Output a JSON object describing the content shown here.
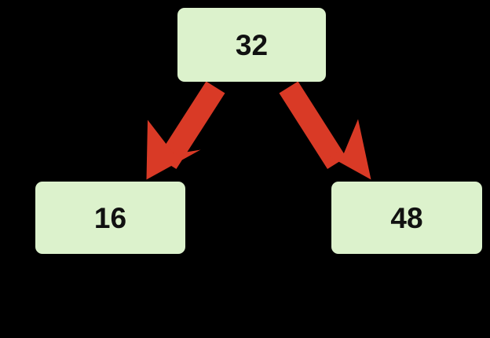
{
  "diagram": {
    "title": "binary-search-tree-node-split",
    "background_color": "#000000",
    "node_fill_color": "#dcf2cc",
    "node_text_color": "#111111",
    "arrow_color": "#d93a26",
    "nodes": [
      {
        "id": "root",
        "label": "32",
        "role": "parent"
      },
      {
        "id": "left",
        "label": "16",
        "role": "left-child"
      },
      {
        "id": "right",
        "label": "48",
        "role": "right-child"
      }
    ],
    "edges": [
      {
        "from": "32",
        "to": "16",
        "direction": "down-left",
        "style": "solid-block-arrow"
      },
      {
        "from": "32",
        "to": "48",
        "direction": "down-right",
        "style": "solid-block-arrow"
      }
    ]
  }
}
